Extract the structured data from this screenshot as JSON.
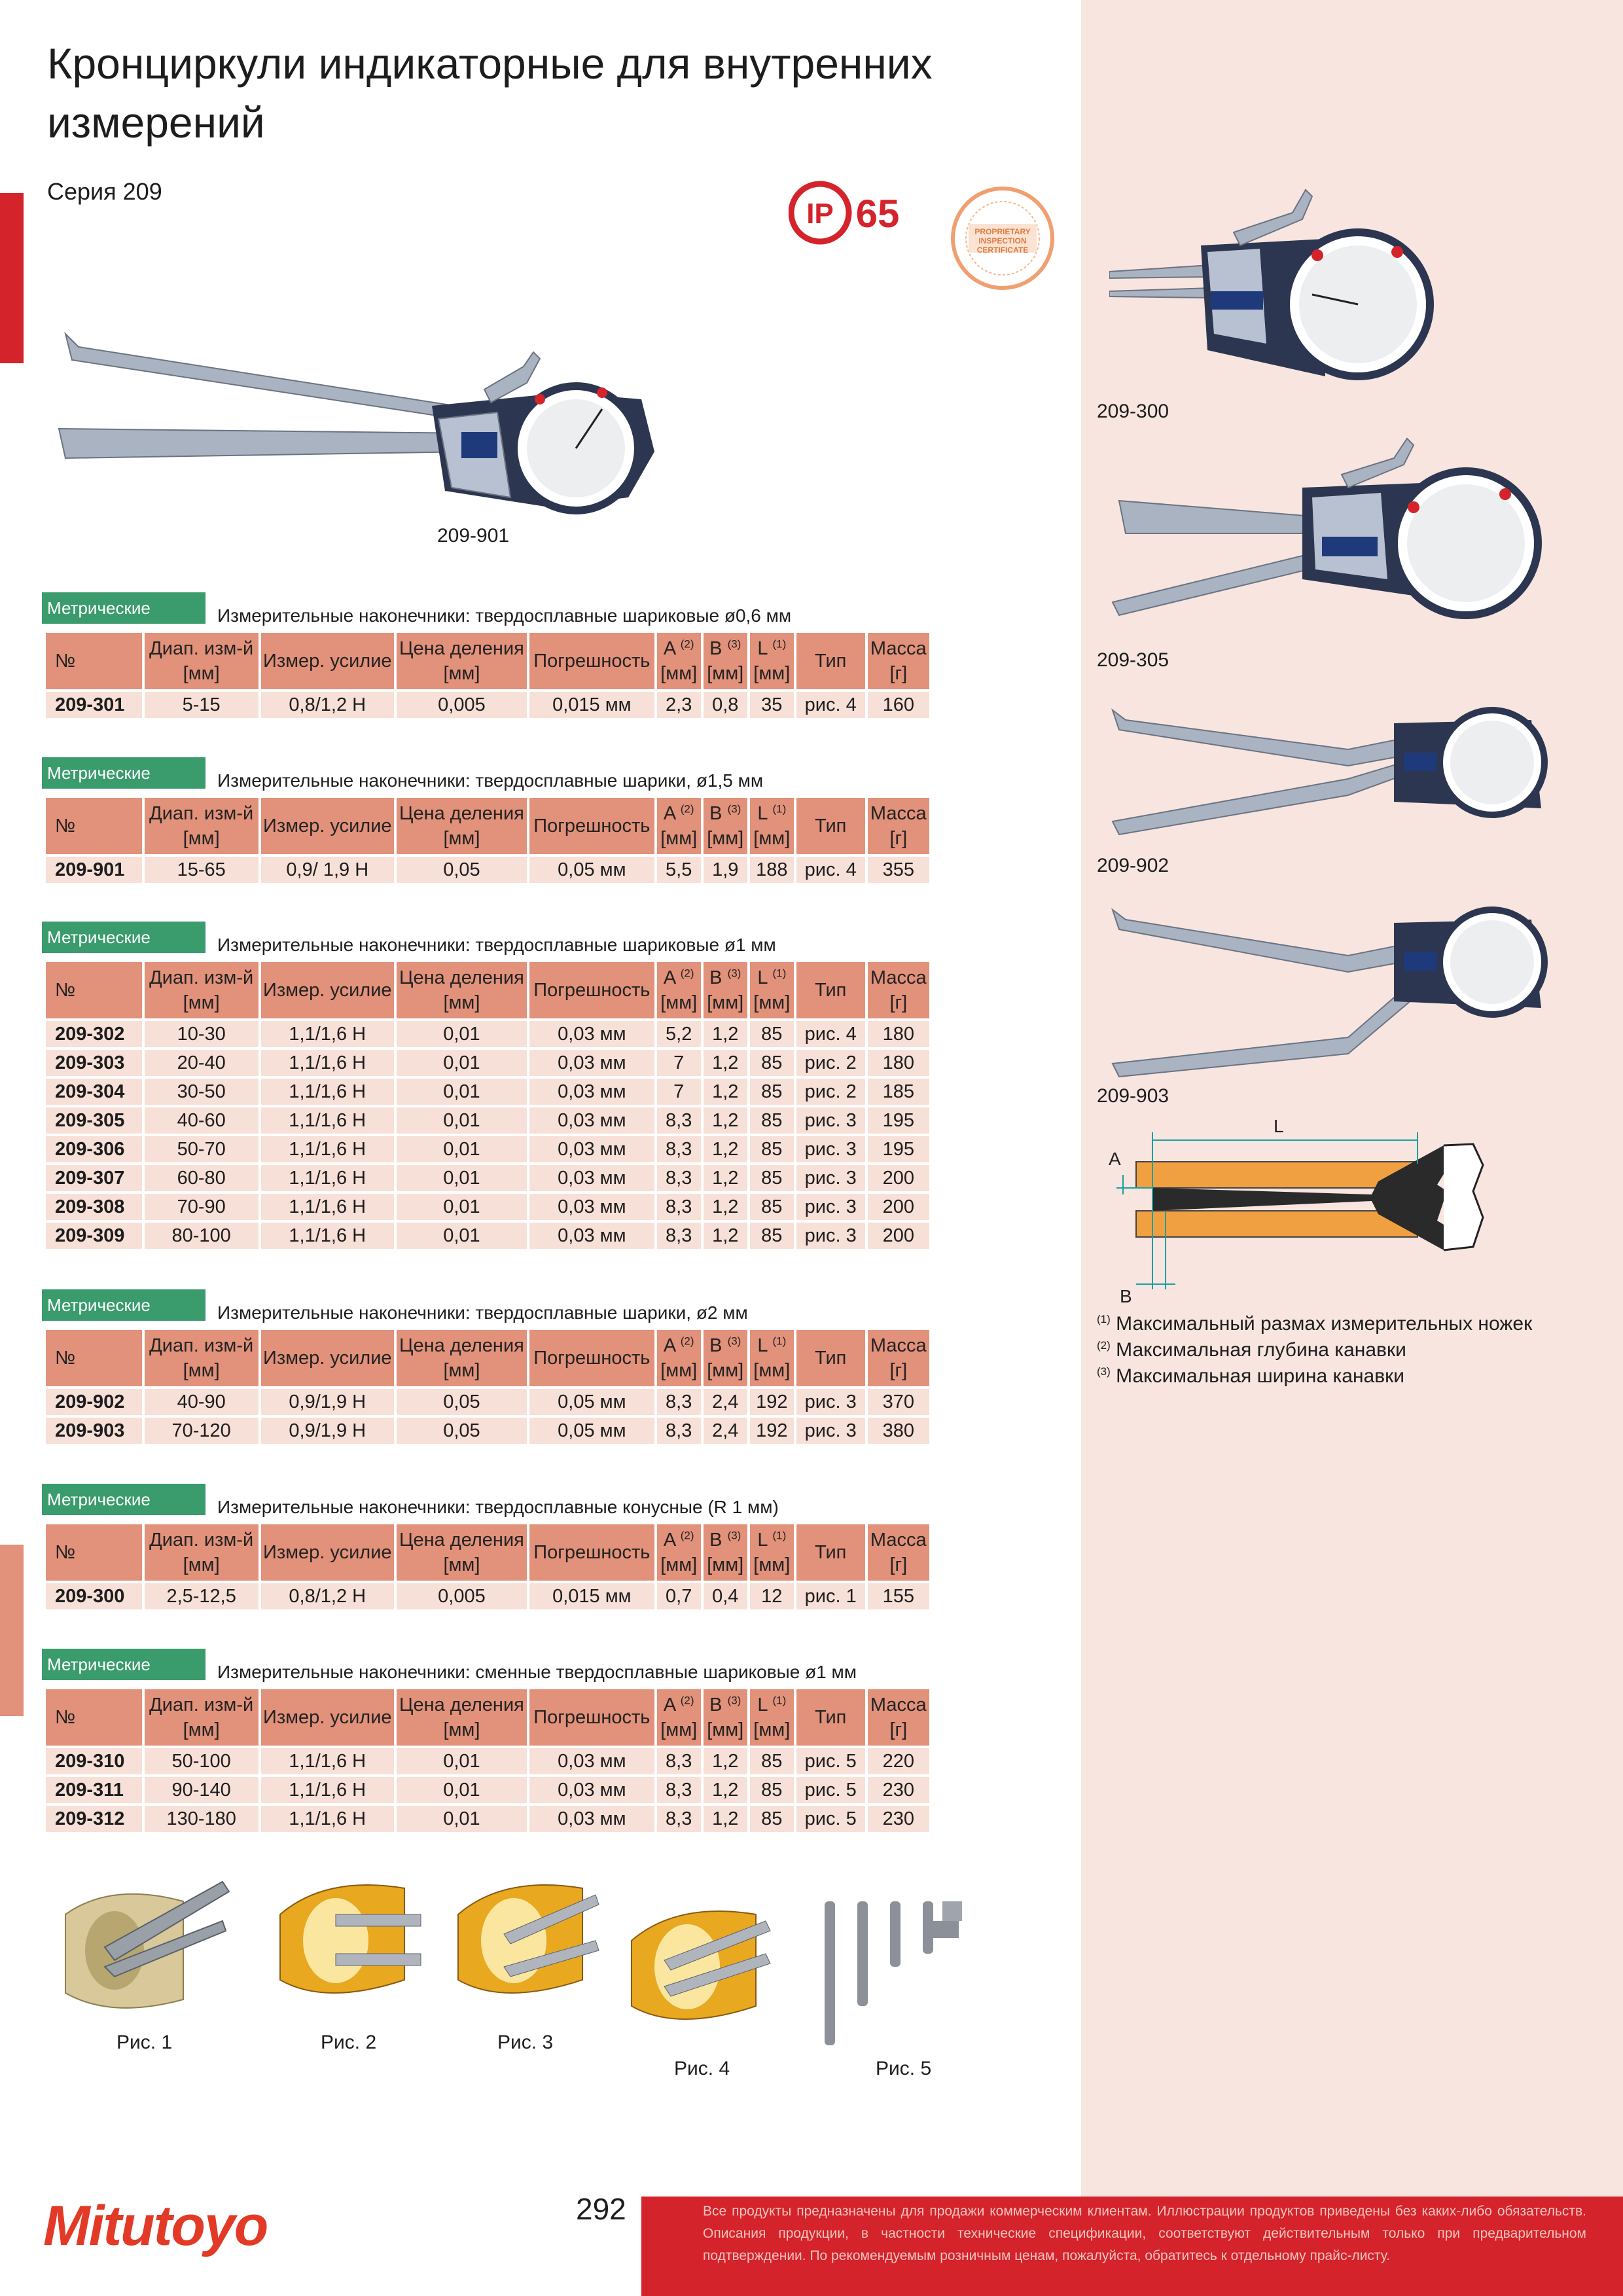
{
  "title": "Кронциркули индикаторные для внутренних измерений",
  "series": "Серия 209",
  "badges": {
    "ip_text": "IP",
    "ip_number": "65",
    "certificate_text": "PROPRIETARY INSPECTION CERTIFICATE"
  },
  "product_captions": {
    "main": "209-901",
    "r1": "209-300",
    "r2": "209-305",
    "r3": "209-902",
    "r4": "209-903"
  },
  "diagram": {
    "label_A": "A",
    "label_L": "L",
    "label_B": "B"
  },
  "footnotes": [
    {
      "mark": "(1)",
      "text": "Максимальный размах измерительных ножек"
    },
    {
      "mark": "(2)",
      "text": "Максимальная глубина канавки"
    },
    {
      "mark": "(3)",
      "text": "Максимальная ширина канавки"
    }
  ],
  "table_header": {
    "no": "№",
    "range": "Диап. изм-й",
    "range_unit": "[мм]",
    "force": "Измер. усилие",
    "graduation": "Цена деления",
    "graduation_unit": "[мм]",
    "accuracy": "Погрешность",
    "a": "A",
    "a_sup": "(2)",
    "b": "B",
    "b_sup": "(3)",
    "l": "L",
    "l_sup": "(1)",
    "mm": "[мм]",
    "type": "Тип",
    "mass": "Масса",
    "mass_unit": "[г]"
  },
  "sections": [
    {
      "tag": "Метрические",
      "desc": "Измерительные наконечники: твердосплавные шариковые ø0,6 мм",
      "rows": [
        [
          "209-301",
          "5-15",
          "0,8/1,2 Н",
          "0,005",
          "0,015 мм",
          "2,3",
          "0,8",
          "35",
          "рис. 4",
          "160"
        ]
      ]
    },
    {
      "tag": "Метрические",
      "desc": "Измерительные наконечники: твердосплавные шарики, ø1,5 мм",
      "rows": [
        [
          "209-901",
          "15-65",
          "0,9/ 1,9 Н",
          "0,05",
          "0,05 мм",
          "5,5",
          "1,9",
          "188",
          "рис. 4",
          "355"
        ]
      ]
    },
    {
      "tag": "Метрические",
      "desc": "Измерительные наконечники: твердосплавные шариковые ø1 мм",
      "rows": [
        [
          "209-302",
          "10-30",
          "1,1/1,6 Н",
          "0,01",
          "0,03 мм",
          "5,2",
          "1,2",
          "85",
          "рис. 4",
          "180"
        ],
        [
          "209-303",
          "20-40",
          "1,1/1,6 Н",
          "0,01",
          "0,03 мм",
          "7",
          "1,2",
          "85",
          "рис. 2",
          "180"
        ],
        [
          "209-304",
          "30-50",
          "1,1/1,6 Н",
          "0,01",
          "0,03 мм",
          "7",
          "1,2",
          "85",
          "рис. 2",
          "185"
        ],
        [
          "209-305",
          "40-60",
          "1,1/1,6 Н",
          "0,01",
          "0,03 мм",
          "8,3",
          "1,2",
          "85",
          "рис. 3",
          "195"
        ],
        [
          "209-306",
          "50-70",
          "1,1/1,6 Н",
          "0,01",
          "0,03 мм",
          "8,3",
          "1,2",
          "85",
          "рис. 3",
          "195"
        ],
        [
          "209-307",
          "60-80",
          "1,1/1,6 Н",
          "0,01",
          "0,03 мм",
          "8,3",
          "1,2",
          "85",
          "рис. 3",
          "200"
        ],
        [
          "209-308",
          "70-90",
          "1,1/1,6 Н",
          "0,01",
          "0,03 мм",
          "8,3",
          "1,2",
          "85",
          "рис. 3",
          "200"
        ],
        [
          "209-309",
          "80-100",
          "1,1/1,6 Н",
          "0,01",
          "0,03 мм",
          "8,3",
          "1,2",
          "85",
          "рис. 3",
          "200"
        ]
      ]
    },
    {
      "tag": "Метрические",
      "desc": "Измерительные наконечники: твердосплавные шарики, ø2 мм",
      "rows": [
        [
          "209-902",
          "40-90",
          "0,9/1,9 Н",
          "0,05",
          "0,05 мм",
          "8,3",
          "2,4",
          "192",
          "рис. 3",
          "370"
        ],
        [
          "209-903",
          "70-120",
          "0,9/1,9 Н",
          "0,05",
          "0,05 мм",
          "8,3",
          "2,4",
          "192",
          "рис. 3",
          "380"
        ]
      ]
    },
    {
      "tag": "Метрические",
      "desc": "Измерительные наконечники: твердосплавные конусные (R 1 мм)",
      "rows": [
        [
          "209-300",
          "2,5-12,5",
          "0,8/1,2 Н",
          "0,005",
          "0,015 мм",
          "0,7",
          "0,4",
          "12",
          "рис. 1",
          "155"
        ]
      ]
    },
    {
      "tag": "Метрические",
      "desc": "Измерительные наконечники: сменные твердосплавные шариковые ø1 мм",
      "rows": [
        [
          "209-310",
          "50-100",
          "1,1/1,6 Н",
          "0,01",
          "0,03 мм",
          "8,3",
          "1,2",
          "85",
          "рис. 5",
          "220"
        ],
        [
          "209-311",
          "90-140",
          "1,1/1,6 Н",
          "0,01",
          "0,03 мм",
          "8,3",
          "1,2",
          "85",
          "рис. 5",
          "230"
        ],
        [
          "209-312",
          "130-180",
          "1,1/1,6 Н",
          "0,01",
          "0,03 мм",
          "8,3",
          "1,2",
          "85",
          "рис. 5",
          "230"
        ]
      ]
    }
  ],
  "figures": [
    "Рис. 1",
    "Рис. 2",
    "Рис. 3",
    "Рис. 4",
    "Рис. 5"
  ],
  "footer": {
    "logo": "Mitutoyo",
    "page_number": "292",
    "disclaimer": "Все продукты предназначены для продажи коммерческим клиентам. Иллюстрации продуктов приведены без каких-либо обязательств. Описания продукции, в частности технические спецификации, соответствуют действительным только при предварительном подтверждении. По рекомендуемым розничным ценам, пожалуйста, обратитесь к отдельному прайс-листу."
  },
  "colors": {
    "accent_red": "#d4232a",
    "header_salmon": "#e2917a",
    "tag_green": "#3a9b6c",
    "panel_pink": "#f8e5df"
  }
}
